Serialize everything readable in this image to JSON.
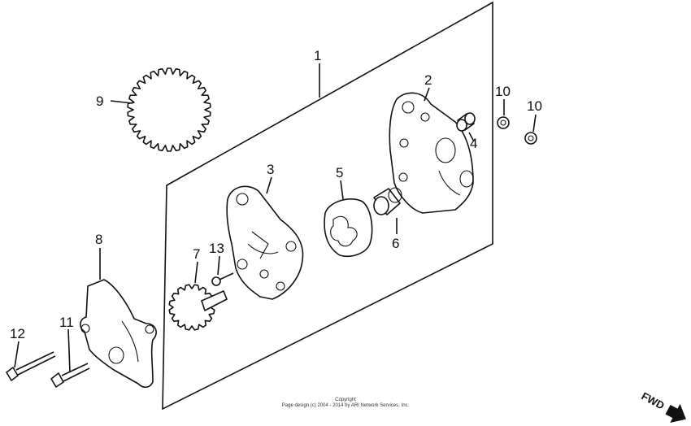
{
  "callouts": [
    {
      "id": "1",
      "text": "1"
    },
    {
      "id": "2",
      "text": "2"
    },
    {
      "id": "3",
      "text": "3"
    },
    {
      "id": "4",
      "text": "4"
    },
    {
      "id": "5",
      "text": "5"
    },
    {
      "id": "6",
      "text": "6"
    },
    {
      "id": "7",
      "text": "7"
    },
    {
      "id": "8",
      "text": "8"
    },
    {
      "id": "9",
      "text": "9"
    },
    {
      "id": "10a",
      "text": "10"
    },
    {
      "id": "10b",
      "text": "10"
    },
    {
      "id": "11",
      "text": "11"
    },
    {
      "id": "12",
      "text": "12"
    },
    {
      "id": "13",
      "text": "13"
    }
  ],
  "copyright": {
    "line1": "Copyright",
    "line2": "Page design (c) 2004 - 2014 by ARI Network Services, Inc."
  },
  "direction_label": "FWD"
}
